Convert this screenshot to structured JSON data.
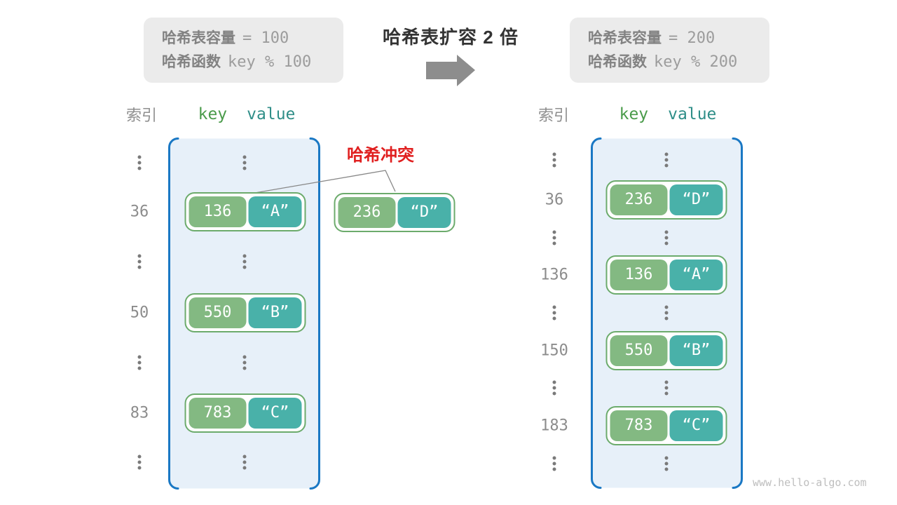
{
  "page": {
    "watermark": "www.hello-algo.com"
  },
  "center": {
    "title": "哈希表扩容 2 倍",
    "arrow_icon": "right-arrow"
  },
  "colors": {
    "container_border": "#1a78c4",
    "container_fill": "#e7f0f9",
    "key_green": "#83b982",
    "value_teal": "#49b1a9",
    "pair_border": "#6cab6c",
    "collision_red": "#e01f1f",
    "info_bg": "#ebebeb",
    "gray_text": "#8c8c8c"
  },
  "left_table": {
    "info": {
      "line1_label": "哈希表容量",
      "line1_value": "= 100",
      "line2_label": "哈希函数",
      "line2_value": "key % 100"
    },
    "headers": {
      "index": "索引",
      "key": "key",
      "value": "value"
    },
    "rows": [
      {
        "type": "dots"
      },
      {
        "type": "pair",
        "index": "36",
        "key": "136",
        "value": "“A”"
      },
      {
        "type": "dots"
      },
      {
        "type": "pair",
        "index": "50",
        "key": "550",
        "value": "“B”"
      },
      {
        "type": "dots"
      },
      {
        "type": "pair",
        "index": "83",
        "key": "783",
        "value": "“C”"
      },
      {
        "type": "dots"
      }
    ],
    "collision": {
      "label": "哈希冲突",
      "key": "236",
      "value": "“D”"
    }
  },
  "right_table": {
    "info": {
      "line1_label": "哈希表容量",
      "line1_value": "= 200",
      "line2_label": "哈希函数",
      "line2_value": "key % 200"
    },
    "headers": {
      "index": "索引",
      "key": "key",
      "value": "value"
    },
    "rows": [
      {
        "type": "dots"
      },
      {
        "type": "pair",
        "index": "36",
        "key": "236",
        "value": "“D”"
      },
      {
        "type": "dots"
      },
      {
        "type": "pair",
        "index": "136",
        "key": "136",
        "value": "“A”"
      },
      {
        "type": "dots"
      },
      {
        "type": "pair",
        "index": "150",
        "key": "550",
        "value": "“B”"
      },
      {
        "type": "dots"
      },
      {
        "type": "pair",
        "index": "183",
        "key": "783",
        "value": "“C”"
      },
      {
        "type": "dots"
      }
    ]
  }
}
